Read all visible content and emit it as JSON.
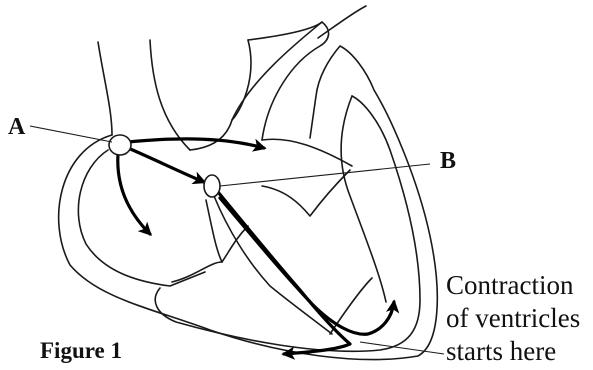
{
  "labels": {
    "node_a": "A",
    "node_b": "B",
    "caption_line1": "Contraction",
    "caption_line2": "of ventricles",
    "caption_line3": "starts here",
    "figure": "Figure 1"
  },
  "colors": {
    "line": "#1a1a1a",
    "background": "#ffffff"
  }
}
